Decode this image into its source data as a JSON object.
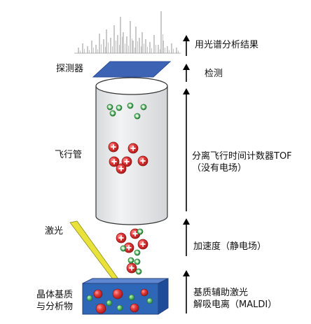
{
  "left_labels": {
    "detector": "探测器",
    "flight_tube": "飞行管",
    "laser": "激光",
    "matrix_line1": "晶体基质",
    "matrix_line2": "与分析物"
  },
  "steps": [
    {
      "name": "spectrum",
      "lines": [
        "用光谱分析结果"
      ]
    },
    {
      "name": "detection",
      "lines": [
        "检测"
      ]
    },
    {
      "name": "tof",
      "lines": [
        "分离飞行时间计数器TOF",
        "（没有电场）"
      ]
    },
    {
      "name": "accelerate",
      "lines": [
        "加速度（静电场）"
      ]
    },
    {
      "name": "maldi",
      "lines": [
        "基质辅助激光",
        "解吸电离（MALDI）"
      ]
    }
  ],
  "colors": {
    "ion_large": "#d42a2a",
    "ion_small": "#2f9a4a",
    "detector": "#3d63b5",
    "matrix_block": "#2e67b8",
    "laser": "#e8e23a",
    "tube_fill": "#e4e6e8",
    "arrow": "#000000"
  }
}
